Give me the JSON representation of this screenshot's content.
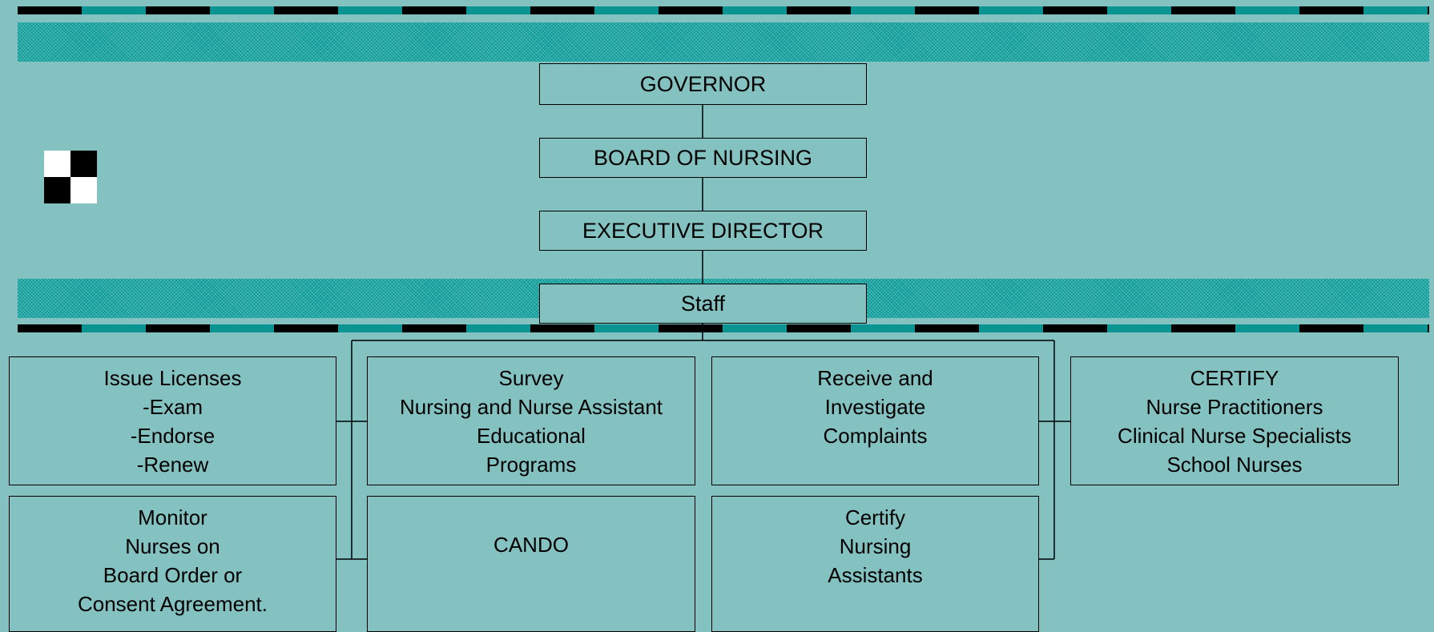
{
  "chart": {
    "chain": [
      "GOVERNOR",
      "BOARD OF NURSING",
      "EXECUTIVE DIRECTOR",
      "Staff"
    ],
    "tasks": [
      [
        "Issue Licenses",
        "-Exam",
        "-Endorse",
        "-Renew"
      ],
      [
        "Survey",
        "Nursing and Nurse Assistant",
        "Educational",
        "Programs"
      ],
      [
        "Receive and",
        "Investigate",
        "Complaints"
      ],
      [
        "CERTIFY",
        "Nurse Practitioners",
        "Clinical Nurse Specialists",
        "School Nurses"
      ],
      [
        "Monitor",
        "Nurses on",
        "Board Order or",
        "Consent Agreement."
      ],
      [
        "CANDO"
      ],
      [
        "Certify",
        "Nursing",
        "Assistants"
      ]
    ]
  },
  "colors": {
    "background": "#83c2c0",
    "band": "#0a9b98",
    "dash_dark": "#000000",
    "dash_light": "#0a9593"
  }
}
